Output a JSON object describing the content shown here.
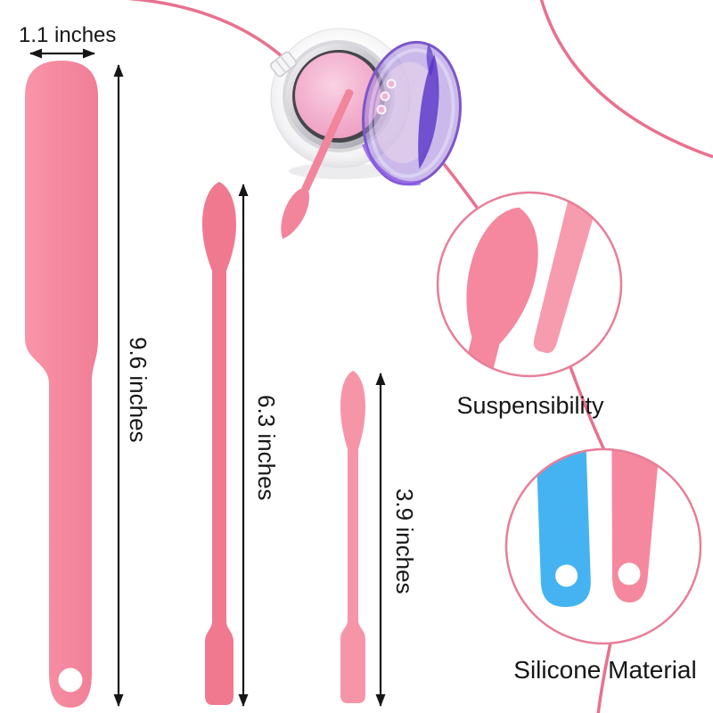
{
  "product_colors": {
    "spatula_pink": "#F5889E",
    "spatula_pink_dark": "#F1798F",
    "spatula_pink_light": "#F795A8",
    "accent_line_pink": "#E8718F",
    "handle_blue": "#45B3F1",
    "wax_pink": "#F0A9C8",
    "lid_purple": "#8E6BD4",
    "label_text": "#161616",
    "background": "#FFFFFF"
  },
  "annotations": {
    "tip_width_label": "1.1 inches",
    "spatula_lengths": [
      "9.6 inches",
      "6.3 inches",
      "3.9 inches"
    ],
    "feature_labels": [
      "Suspensibility",
      "Silicone Material"
    ]
  }
}
